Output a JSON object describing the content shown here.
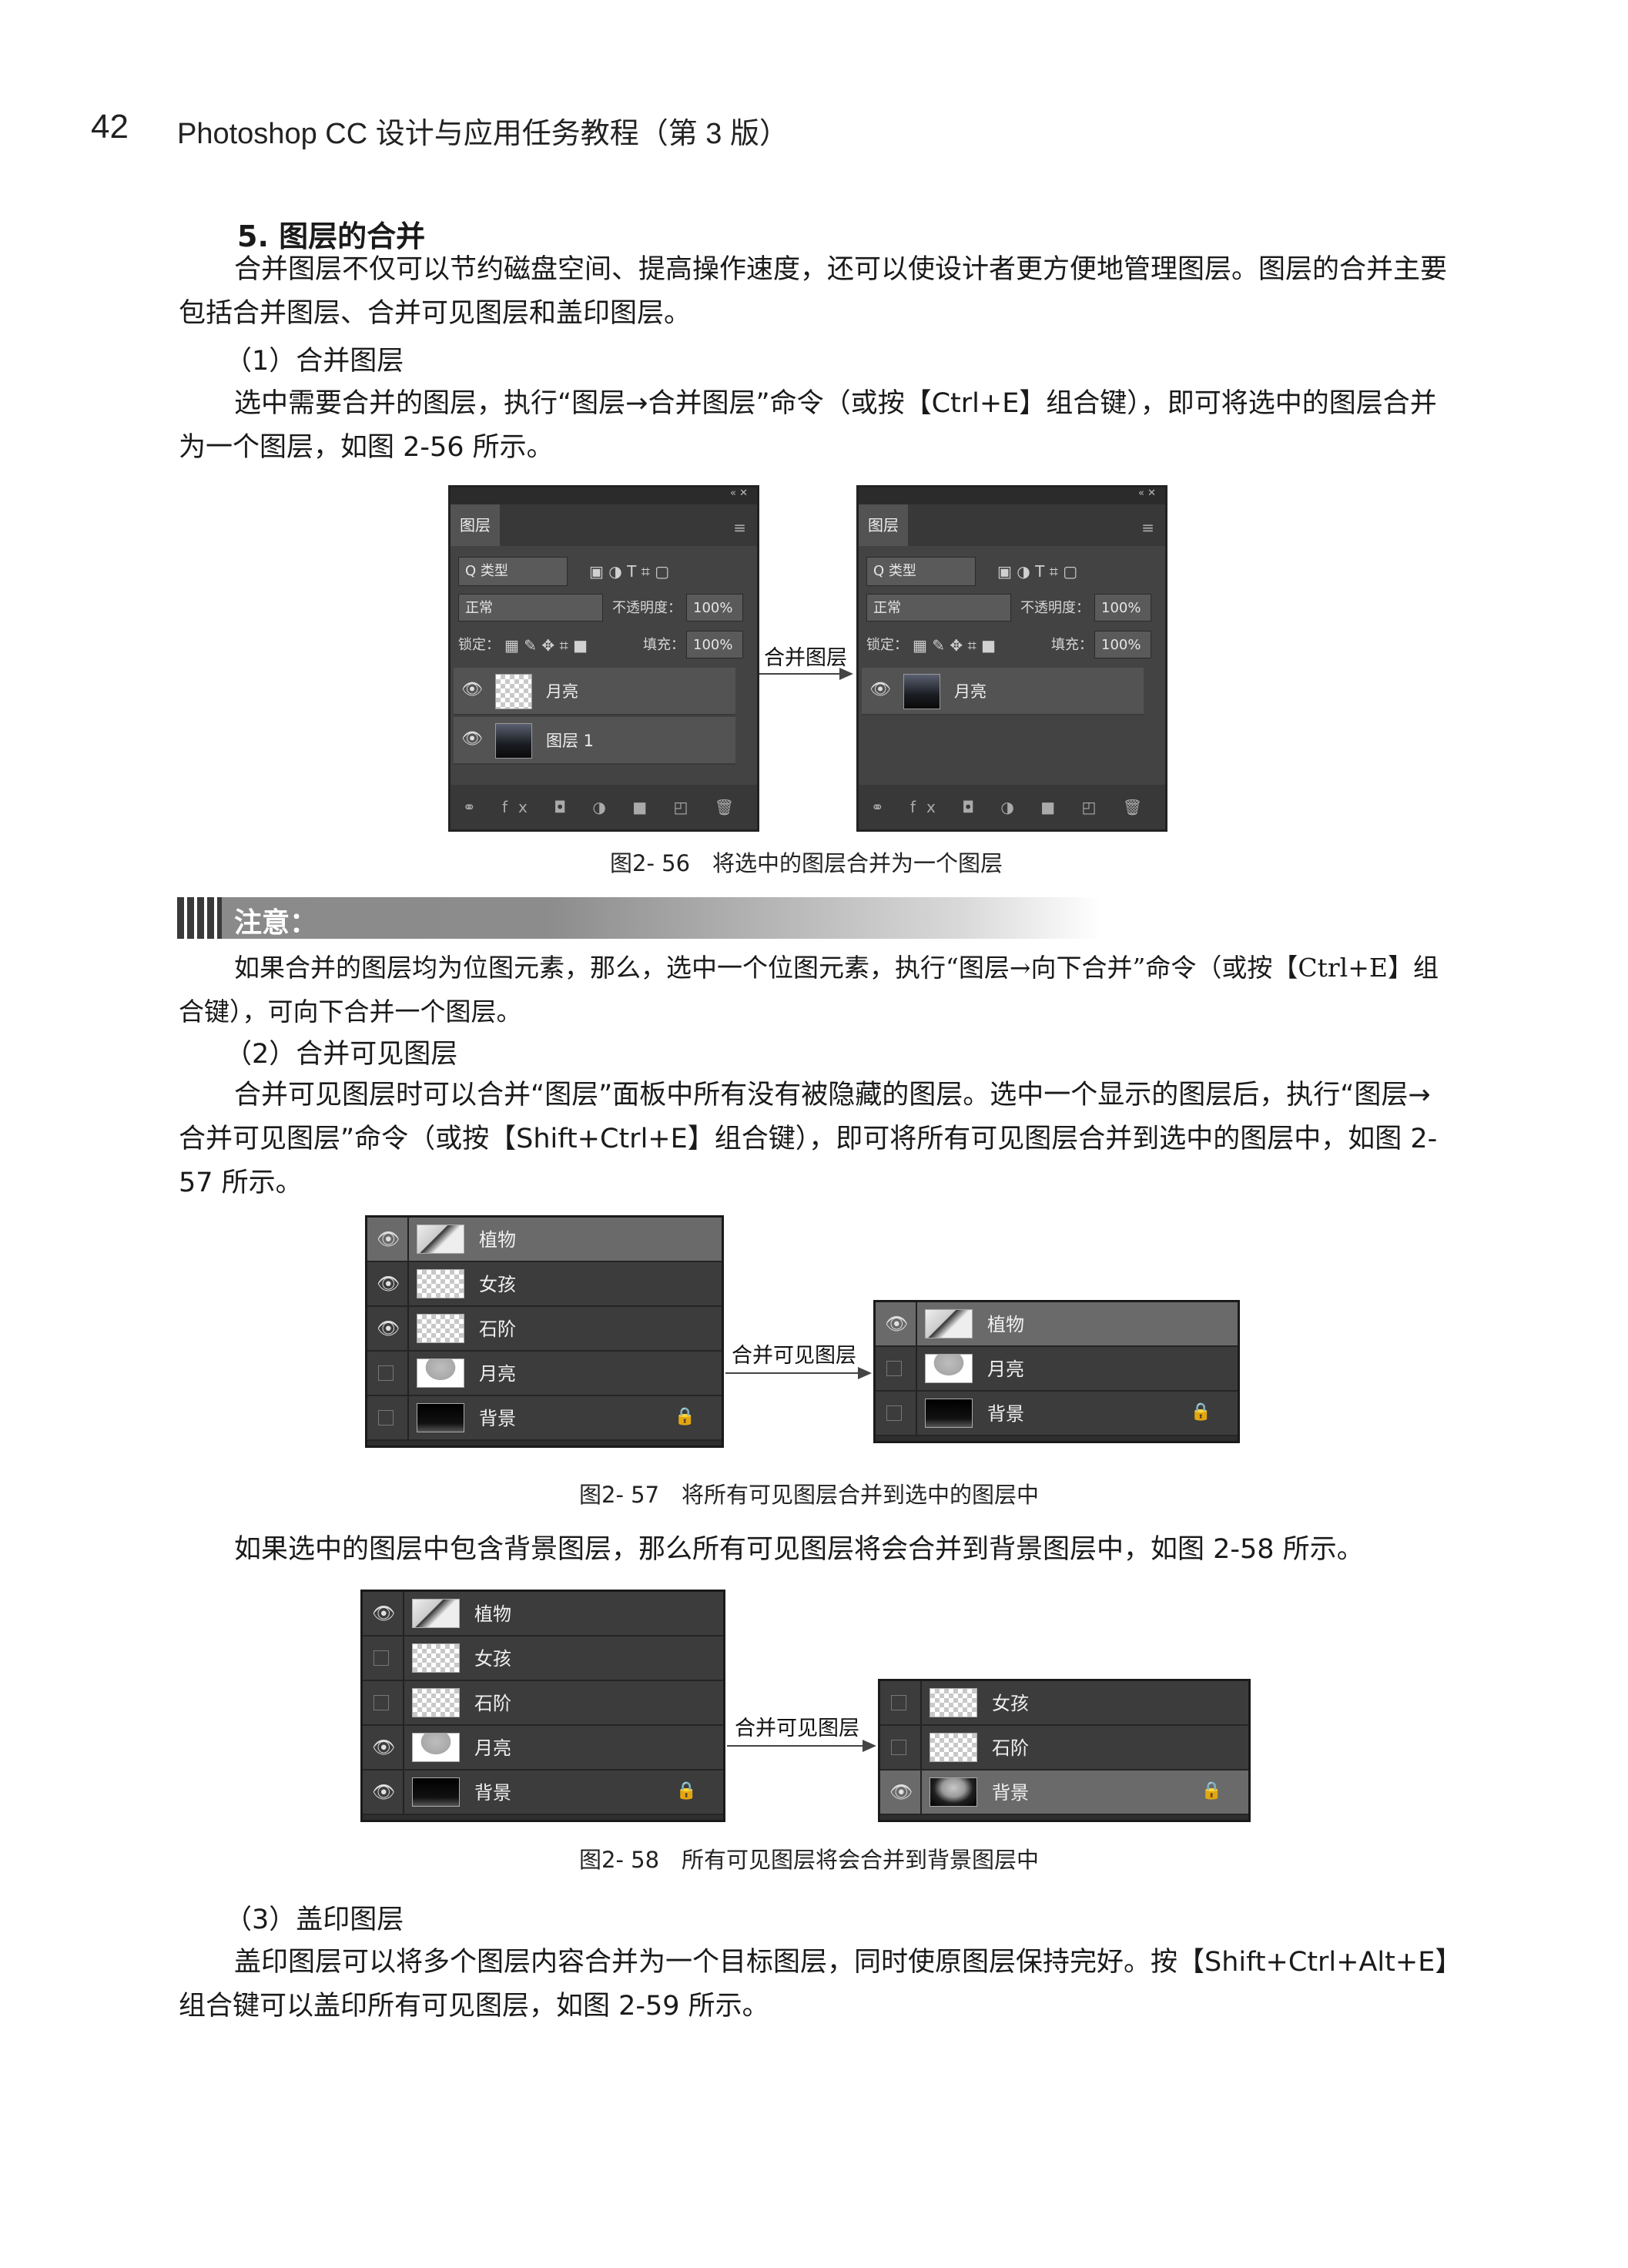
{
  "header": {
    "page_number": "42",
    "book_title": "Photoshop CC 设计与应用任务教程（第 3 版）"
  },
  "section": {
    "title": "5. 图层的合并"
  },
  "intro": "合并图层不仅可以节约磁盘空间、提高操作速度，还可以使设计者更方便地管理图层。图层的合并主要包括合并图层、合并可见图层和盖印图层。",
  "sub1": {
    "title": "（1）合并图层",
    "text": "选中需要合并的图层，执行“图层→合并图层”命令（或按【Ctrl+E】组合键），即可将选中的图层合并为一个图层，如图 2-56 所示。"
  },
  "fig56": {
    "caption": "图2- 56　将选中的图层合并为一个图层",
    "arrow_label": "合并图层",
    "panel": {
      "topbar": "«  ✕",
      "tab": "图层",
      "menu_icon": "≡",
      "filter": "Q 类型",
      "blend": "正常",
      "opacity_label": "不透明度：",
      "opacity": "100%",
      "lock_label": "锁定：",
      "fill_label": "填充：",
      "fill": "100%",
      "footer_icons": "⚭ fx ◘ ◑ ■ ◰ 🗑"
    },
    "before_layers": [
      {
        "name": "月亮"
      },
      {
        "name": "图层 1"
      }
    ],
    "after_layers": [
      {
        "name": "月亮"
      }
    ]
  },
  "note": {
    "title": "注意：",
    "text": "如果合并的图层均为位图元素，那么，选中一个位图元素，执行“图层→向下合并”命令（或按【Ctrl+E】组合键），可向下合并一个图层。"
  },
  "sub2": {
    "title": "（2）合并可见图层",
    "text": "合并可见图层时可以合并“图层”面板中所有没有被隐藏的图层。选中一个显示的图层后，执行“图层→合并可见图层”命令（或按【Shift+Ctrl+E】组合键），即可将所有可见图层合并到选中的图层中，如图 2-57 所示。"
  },
  "fig57": {
    "caption": "图2- 57　将所有可见图层合并到选中的图层中",
    "arrow_label": "合并可见图层",
    "before": [
      {
        "name": "植物"
      },
      {
        "name": "女孩"
      },
      {
        "name": "石阶"
      },
      {
        "name": "月亮"
      },
      {
        "name": "背景"
      }
    ],
    "after": [
      {
        "name": "植物"
      },
      {
        "name": "月亮"
      },
      {
        "name": "背景"
      }
    ]
  },
  "para58": "如果选中的图层中包含背景图层，那么所有可见图层将会合并到背景图层中，如图 2-58 所示。",
  "fig58": {
    "caption": "图2- 58　所有可见图层将会合并到背景图层中",
    "arrow_label": "合并可见图层",
    "before": [
      {
        "name": "植物"
      },
      {
        "name": "女孩"
      },
      {
        "name": "石阶"
      },
      {
        "name": "月亮"
      },
      {
        "name": "背景"
      }
    ],
    "after": [
      {
        "name": "女孩"
      },
      {
        "name": "石阶"
      },
      {
        "name": "背景"
      }
    ]
  },
  "sub3": {
    "title": "（3）盖印图层",
    "text": "盖印图层可以将多个图层内容合并为一个目标图层，同时使原图层保持完好。按【Shift+Ctrl+Alt+E】组合键可以盖印所有可见图层，如图 2-59 所示。"
  },
  "icons": {
    "eye": "👁",
    "lock": "🔒"
  }
}
